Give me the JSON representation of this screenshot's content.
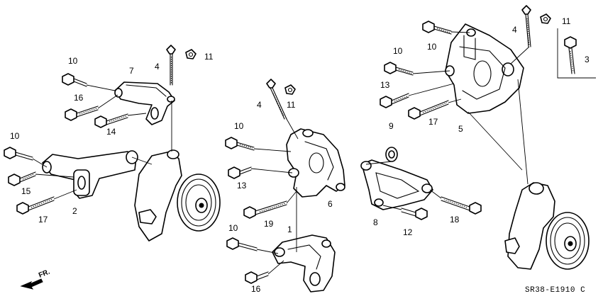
{
  "diagram": {
    "code": "SR38-E1910 C",
    "direction_label": "FR.",
    "callouts": [
      "1",
      "2",
      "3",
      "4",
      "5",
      "6",
      "7",
      "8",
      "9",
      "10",
      "11",
      "12",
      "13",
      "14",
      "15",
      "16",
      "17",
      "18",
      "19"
    ]
  }
}
